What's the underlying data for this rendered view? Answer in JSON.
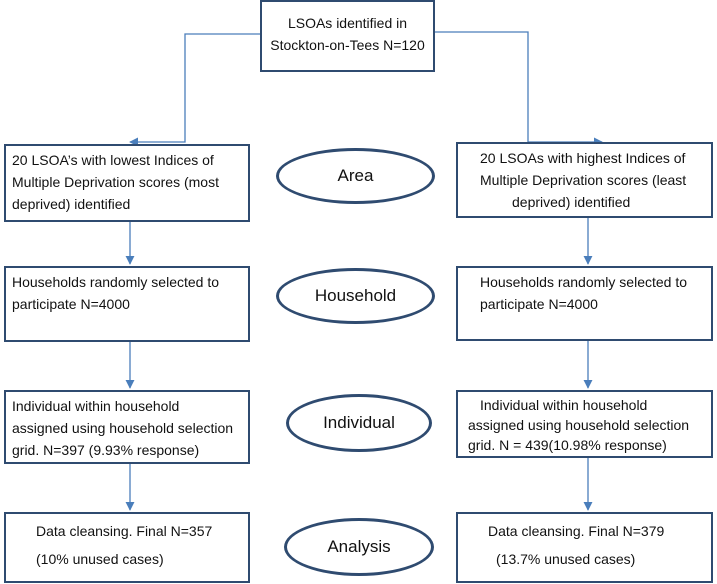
{
  "top": {
    "lines": [
      "LSOAs identified in",
      "Stockton-on-Tees N=120"
    ]
  },
  "left": {
    "area": [
      "20 LSOA’s with lowest Indices of",
      "Multiple Deprivation scores (most",
      "deprived) identified"
    ],
    "household": [
      "Households randomly selected to",
      "participate N=4000"
    ],
    "individual": [
      "Individual within household",
      "assigned using household selection",
      "grid.  N=397 (9.93% response)"
    ],
    "analysis": [
      "Data cleansing. Final N=357",
      "(10% unused cases)"
    ]
  },
  "right": {
    "area": [
      "20 LSOAs with highest Indices of",
      "Multiple Deprivation scores (least",
      "deprived) identified"
    ],
    "household": [
      "Households randomly selected to",
      "participate N=4000"
    ],
    "individual": [
      "Individual within household",
      "assigned using household selection",
      "grid.  N = 439(10.98% response)"
    ],
    "analysis": [
      "Data cleansing. Final N=379",
      "(13.7% unused cases)"
    ]
  },
  "stages": {
    "area": "Area",
    "household": "Household",
    "individual": "Individual",
    "analysis": "Analysis"
  },
  "colors": {
    "border": "#2f4b70",
    "connector": "#4a7ebb"
  }
}
